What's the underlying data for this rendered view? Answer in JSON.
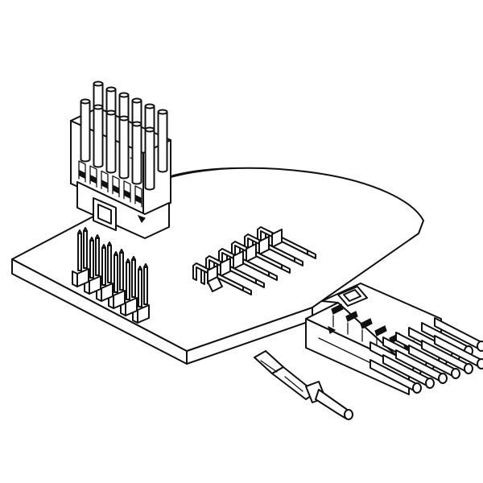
{
  "figure": {
    "subject": "connector-system-line-drawing",
    "parts": [
      {
        "name": "printed-circuit-board"
      },
      {
        "name": "vertical-wire-to-board-receptacle-with-wires"
      },
      {
        "name": "vertical-pin-header"
      },
      {
        "name": "right-angle-pin-header"
      },
      {
        "name": "horizontal-receptacle-with-wires"
      },
      {
        "name": "crimp-contact-with-wire"
      }
    ],
    "colors": {
      "line": "#111111",
      "fill": "#ffffff",
      "background": "#ffffff"
    },
    "pin_layout": {
      "rows": 2,
      "per_row": 6
    }
  }
}
